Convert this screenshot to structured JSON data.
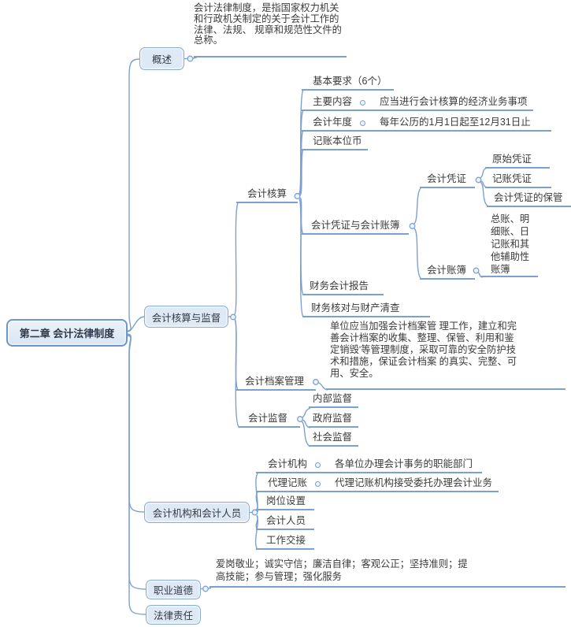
{
  "colors": {
    "line": "#7da1ce",
    "node_fill": "#dee9f6",
    "node_border": "#8aacd4",
    "root_border": "#6b97cb",
    "text": "#3b3b3b"
  },
  "tree": {
    "root": {
      "label": "第二章 会计法律制度"
    },
    "overview": {
      "label": "概述",
      "note": "会计法律制度，是指国家权力机关和行政机关制定的关于会计工作的法律、法规、 规章和规范性文件的总称。"
    },
    "acc_sup": {
      "label": "会计核算与监督",
      "kids": {
        "accounting": {
          "label": "会计核算",
          "kids": {
            "basic_requirements": {
              "label": "基本要求（6个）"
            },
            "main_content": {
              "label": "主要内容",
              "note": "应当进行会计核算的经济业务事项"
            },
            "fiscal_year": {
              "label": "会计年度",
              "note": "每年公历的1月1日起至12月31日止"
            },
            "base_currency": {
              "label": "记账本位币"
            },
            "vouchers_books": {
              "label": "会计凭证与会计账簿",
              "kids": {
                "vouchers": {
                  "label": "会计凭证",
                  "kids": {
                    "original_voucher": {
                      "label": "原始凭证"
                    },
                    "bookkeeping_voucher": {
                      "label": "记账凭证"
                    },
                    "voucher_keeping": {
                      "label": "会计凭证的保管"
                    }
                  }
                },
                "account_books": {
                  "label": "会计账簿",
                  "kids": {
                    "ledger_types": {
                      "label": "总账、明细账、日记账和其他辅助性账簿"
                    }
                  }
                }
              }
            },
            "financial_report": {
              "label": "财务会计报告"
            },
            "financial_check": {
              "label": "财务核对与财产清查"
            }
          }
        },
        "archive": {
          "label": "会计档案管理",
          "note": "单位应当加强会计档案管 理工作，建立和完善会计档案的收集、整理、保管、利用和鉴定销毁'等管理制度，采取可靠的安全防护技术和措施，保证会计档案 的真实、完整、可用、安全。"
        },
        "supervision": {
          "label": "会计监督",
          "kids": {
            "internal": {
              "label": "内部监督"
            },
            "government": {
              "label": "政府监督"
            },
            "social": {
              "label": "社会监督"
            }
          }
        }
      }
    },
    "org": {
      "label": "会计机构和会计人员",
      "kids": {
        "accounting_org": {
          "label": "会计机构",
          "note": "各单位办理会计事务的职能部门"
        },
        "agency": {
          "label": "代理记账",
          "note": "代理记账机构接受委托办理会计业务"
        },
        "post_setting": {
          "label": "岗位设置"
        },
        "personnel": {
          "label": "会计人员"
        },
        "handover": {
          "label": "工作交接"
        }
      }
    },
    "ethics": {
      "label": "职业道德",
      "note": "爱岗敬业；诚实守信；廉洁自律；客观公正；坚持准则；提高技能；参与管理；强化服务"
    },
    "legal": {
      "label": "法律责任"
    }
  }
}
